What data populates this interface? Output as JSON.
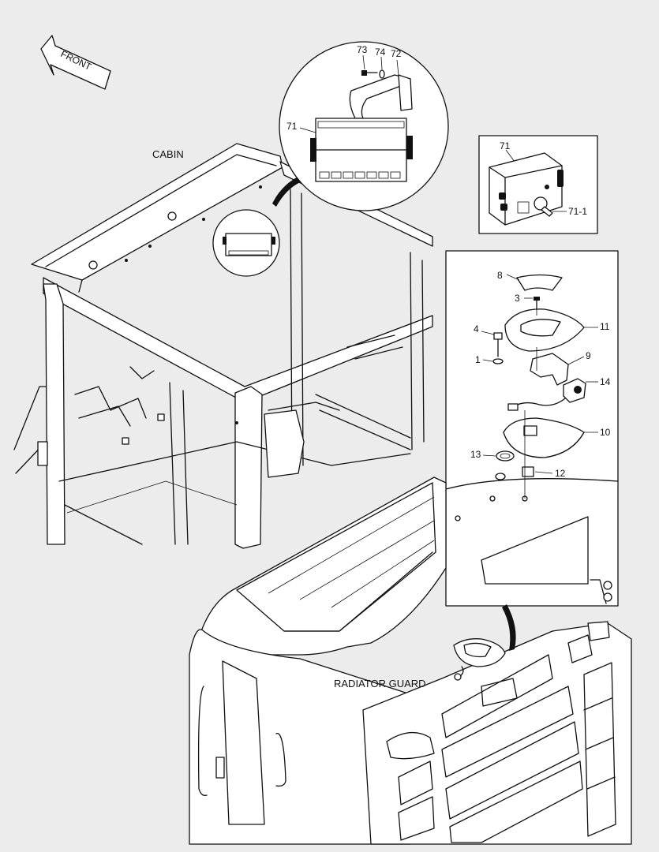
{
  "labels": {
    "front": "FRONT",
    "cabin": "CABIN",
    "radiator_guard": "RADIATOR GUARD"
  },
  "callouts": {
    "p73": "73",
    "p74": "74",
    "p72": "72",
    "p71_main": "71",
    "p71_inset": "71",
    "p71_1": "71-1",
    "p8": "8",
    "p3": "3",
    "p4": "4",
    "p11": "11",
    "p9": "9",
    "p1": "1",
    "p14": "14",
    "p10": "10",
    "p13": "13",
    "p12": "12"
  },
  "colors": {
    "background": "#ececec",
    "line": "#111111",
    "fill": "#ffffff"
  }
}
